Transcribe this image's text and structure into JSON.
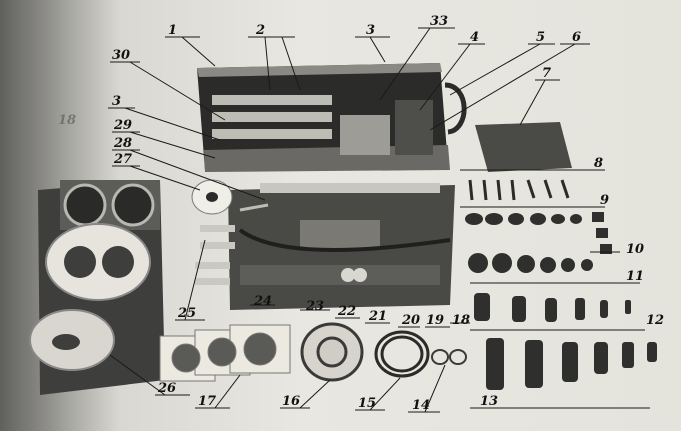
{
  "figure": {
    "callouts": [
      "1",
      "2",
      "3",
      "33",
      "4",
      "5",
      "6",
      "7",
      "30",
      "3",
      "29",
      "28",
      "27",
      "8",
      "9",
      "10",
      "11",
      "12",
      "13",
      "14",
      "15",
      "16",
      "17",
      "26",
      "25",
      "24",
      "23",
      "22",
      "21",
      "20",
      "19",
      "18",
      "18"
    ]
  }
}
